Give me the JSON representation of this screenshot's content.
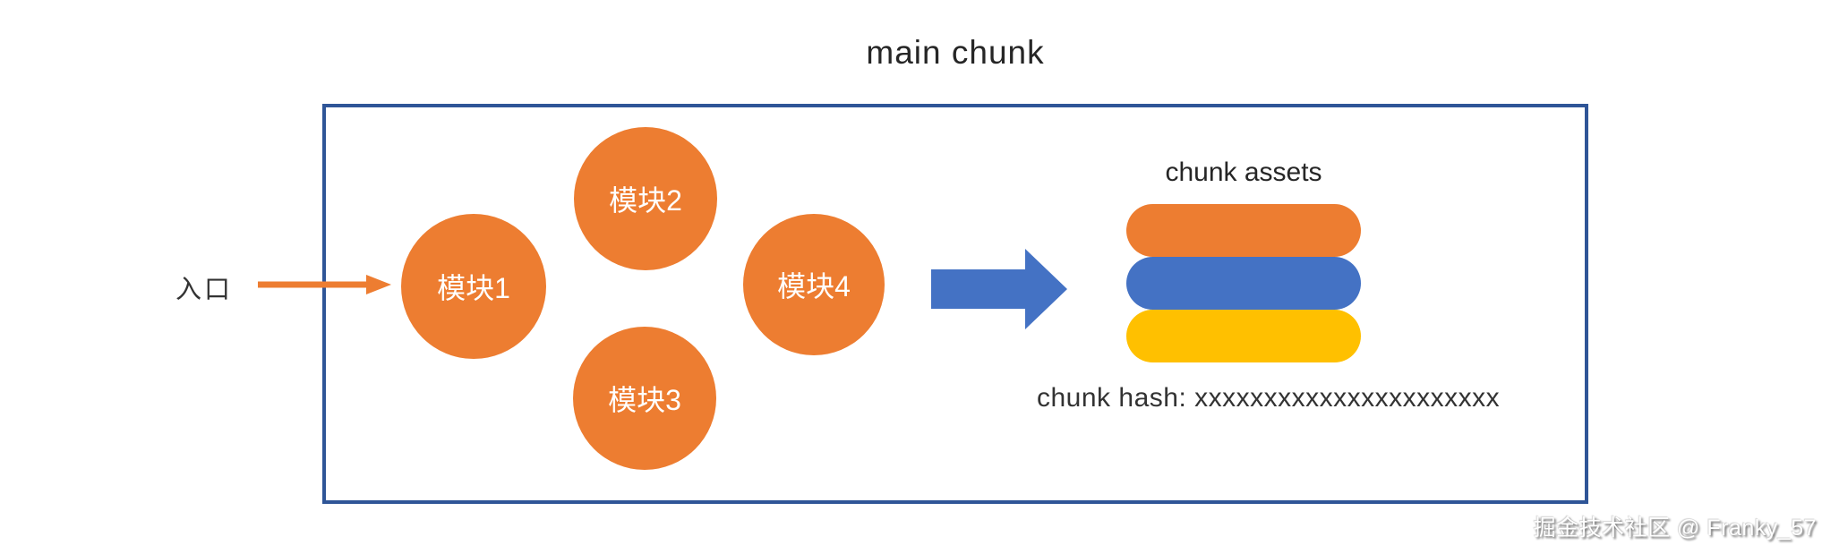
{
  "diagram": {
    "title": "main chunk",
    "entry": {
      "label": "入口"
    },
    "modules": [
      {
        "label": "模块1"
      },
      {
        "label": "模块2"
      },
      {
        "label": "模块3"
      },
      {
        "label": "模块4"
      }
    ],
    "assets": {
      "label": "chunk assets",
      "bar_colors": [
        "#ED7D31",
        "#4472C4",
        "#FFC000"
      ]
    },
    "hash": {
      "text": "chunk hash: xxxxxxxxxxxxxxxxxxxxxx"
    },
    "watermark": {
      "text": "掘金技术社区 @ Franky_57"
    },
    "colors": {
      "module_fill": "#ED7D31",
      "box_border": "#2F5597",
      "transform_arrow": "#4472C4",
      "entry_arrow": "#ED7D31",
      "title_text": "#262626"
    }
  }
}
